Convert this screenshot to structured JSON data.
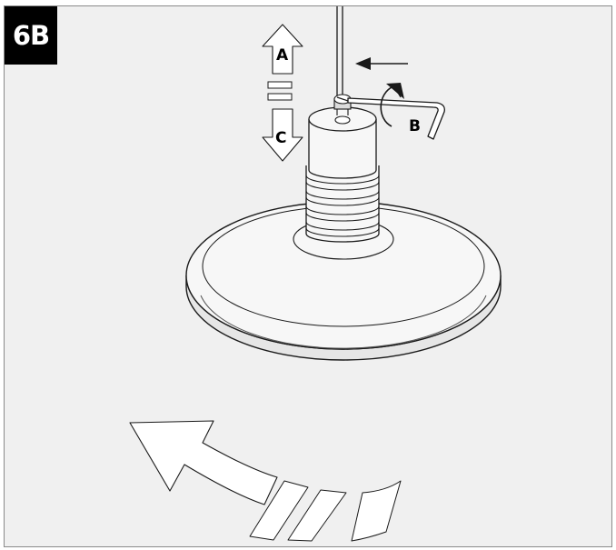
{
  "step": {
    "label": "6B"
  },
  "labels": {
    "a": "A",
    "b": "B",
    "c": "C"
  },
  "icons": {
    "vertical_arrow": "double-arrow-up-down-icon",
    "push_arrow": "arrow-left-icon",
    "rotate_arrow": "rotate-arrow-icon",
    "allen_key": "allen-key-icon",
    "large_arrow": "curved-arrow-icon"
  },
  "colors": {
    "background": "#f0f0f0",
    "badge": "#000000",
    "line": "#1a1a1a",
    "fill_light": "#f7f7f7",
    "fill_mid": "#e6e6e6"
  }
}
